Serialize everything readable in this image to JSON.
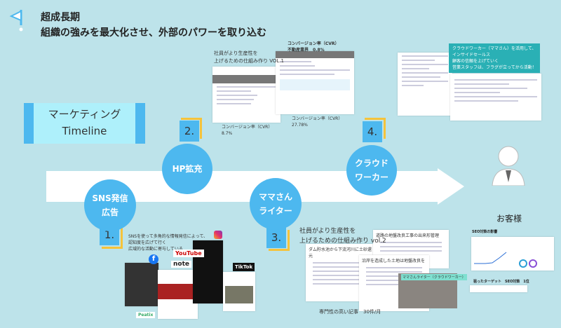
{
  "header": {
    "title": "超成長期",
    "subtitle": "組織の強みを最大化させ、外部のパワーを取り込む"
  },
  "timeline_label": {
    "line1": "マーケティング",
    "line2": "Timeline"
  },
  "steps": [
    {
      "number": "1.",
      "label": "SNS発信\n広告",
      "caption": "SNSを使って多角的な情報発信によって、\n認知度を広げて行く\n広域的な活動に寄与している"
    },
    {
      "number": "2.",
      "label": "HP拡充",
      "caption": "社員がより生産性を\n上げるための仕組み作り VOL.1"
    },
    {
      "number": "3.",
      "label": "ママさん\nライター",
      "caption": "社員がより生産性を\n上げるための仕組み作り vol.2"
    },
    {
      "number": "4.",
      "label": "クラウド\nワーカー",
      "caption": "クラウドワーカー（ママさん）を活用して、\nインサイドセールス\n顧客の信頼を上げていく\n営業スタッフは、フラグが立ってから活動！"
    }
  ],
  "hp": {
    "cvr1": "コンバージョン率（CVR）\n8.7%",
    "cvr2": "コンバージョン率（CVR）\n不動産業界　0.8%",
    "cvr3": "コンバージョン率（CVR）\n27.78%"
  },
  "sns_logos": {
    "youtube": "YouTube",
    "note": "note",
    "tiktok": "TikTok",
    "peatix": "Peatix"
  },
  "writer": {
    "article1": "ダム貯水池から下流河川に土砂還元",
    "article2": "道路の地盤改良工事の出来形管理",
    "article3": "沿岸を造成した土地は地盤改良を",
    "badge": "ママさんライター（クラウドワーカー）",
    "footer": "専門性の高い記事　30件/月"
  },
  "customer": {
    "label": "お客様",
    "seo_title": "SEO対策の影響",
    "target": "狙ったターゲット　SEO対策　1位"
  },
  "colors": {
    "bg": "#bde3ea",
    "accent": "#4db8ef",
    "yellow": "#f5c33b",
    "teal": "#2ab0b5"
  }
}
